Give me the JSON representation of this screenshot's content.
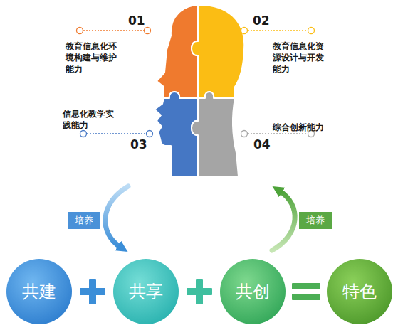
{
  "diagram": {
    "nodes": [
      {
        "text": [
          "培养"
        ]
      },
      {
        "text": [
          "培养"
        ]
      },
      {
        "text": [
          "共建"
        ]
      },
      {
        "text": [
          "共享"
        ]
      },
      {
        "text": [
          "共创"
        ]
      },
      {
        "text": [
          "特色"
        ]
      }
    ],
    "labels": [
      "01",
      "教育信息化环境构建与维护能力",
      "02",
      "教育信息化资源设计与开发能力",
      "信息化教学实践能力",
      "03",
      "综合创新能力",
      "04"
    ]
  }
}
